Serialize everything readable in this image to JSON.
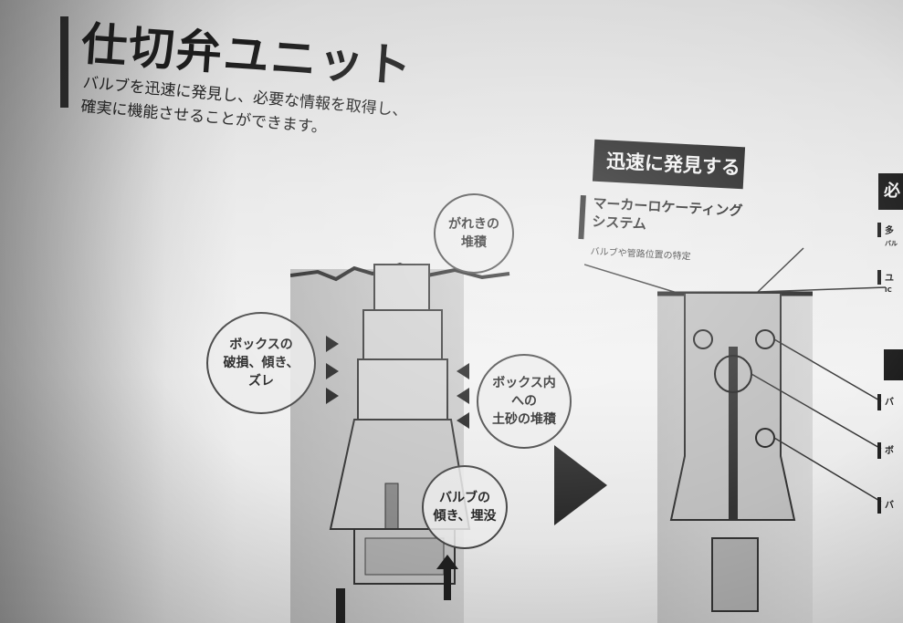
{
  "title": "仕切弁ユニット",
  "subtitle_lines": [
    "バルブを迅速に発見し、必要な情報を取得し、",
    "確実に機能させることができます。"
  ],
  "problems": {
    "debris": [
      "がれきの",
      "堆積"
    ],
    "box_damage": [
      "ボックスの",
      "破損、傾き、",
      "ズレ"
    ],
    "soil": [
      "ボックス内",
      "への",
      "土砂の堆積"
    ],
    "valve": [
      "バルブの",
      "傾き、埋没"
    ]
  },
  "right_section": {
    "badge": "迅速に発見する",
    "marker_title_lines": [
      "マーカーロケーティング",
      "システム"
    ],
    "marker_sub": "バルブや管路位置の特定",
    "edge_badge": "必",
    "edge_labels": [
      "多",
      "ユ",
      "バ",
      "ボ",
      "バ"
    ],
    "edge_small": [
      "バル",
      "IC"
    ]
  },
  "colors": {
    "ink": "#1d1d1d",
    "badge_bg": "#1b1b1b",
    "paper": "#e8e8e8"
  }
}
